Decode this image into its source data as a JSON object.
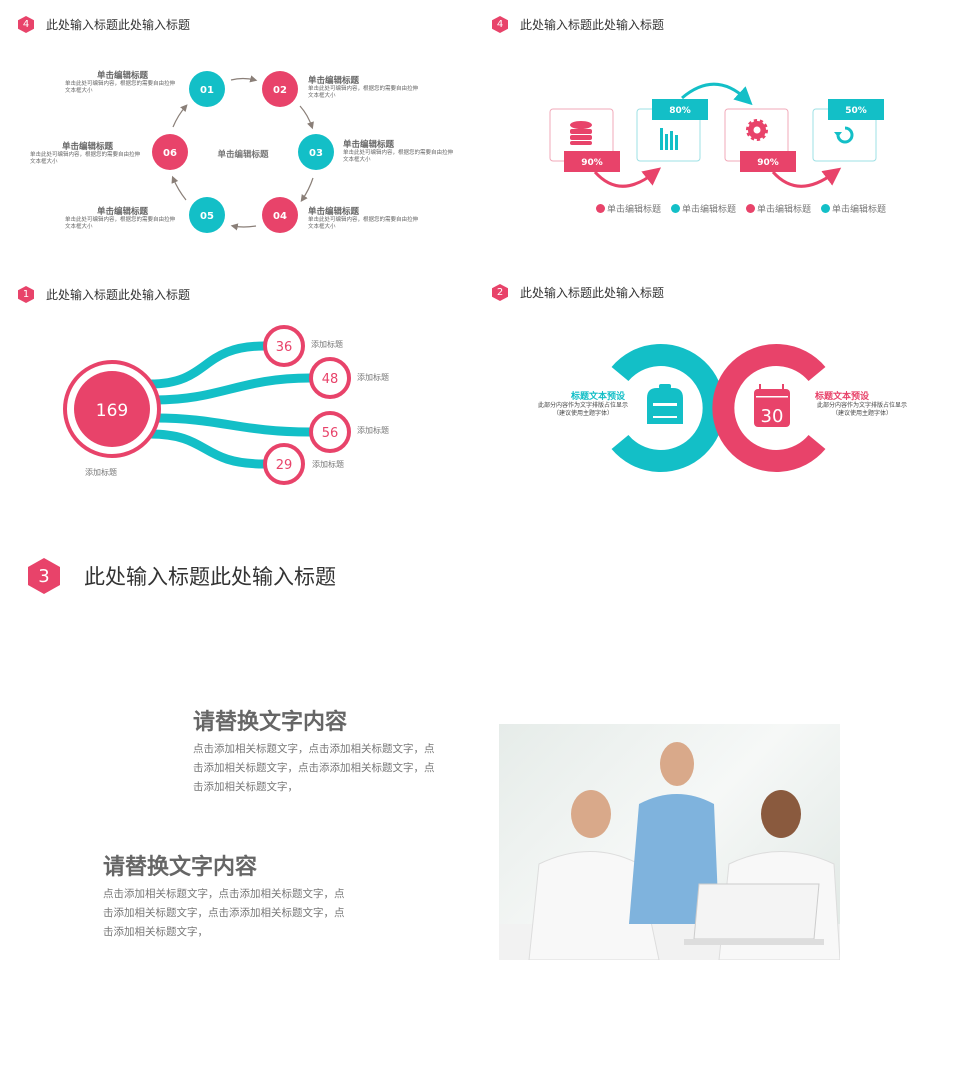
{
  "colors": {
    "pink": "#e8436a",
    "teal": "#13bfc7"
  },
  "slide_cycle": {
    "badge": "4",
    "title": "此处输入标题此处输入标题",
    "center_label": "单击编辑标题",
    "nodes": [
      {
        "num": "01",
        "title": "单击编辑标题",
        "desc": "单击此处可编辑内容，根据您的需要自由拉伸文本框大小"
      },
      {
        "num": "02",
        "title": "单击编辑标题",
        "desc": "单击此处可编辑内容，根据您的需要自由拉伸文本框大小"
      },
      {
        "num": "03",
        "title": "单击编辑标题",
        "desc": "单击此处可编辑内容，根据您的需要自由拉伸文本框大小"
      },
      {
        "num": "04",
        "title": "单击编辑标题",
        "desc": "单击此处可编辑内容，根据您的需要自由拉伸文本框大小"
      },
      {
        "num": "05",
        "title": "单击编辑标题",
        "desc": "单击此处可编辑内容，根据您的需要自由拉伸文本框大小"
      },
      {
        "num": "06",
        "title": "单击编辑标题",
        "desc": "单击此处可编辑内容，根据您的需要自由拉伸文本框大小"
      }
    ]
  },
  "slide_process": {
    "badge": "4",
    "title": "此处输入标题此处输入标题",
    "steps": [
      {
        "icon": "database-icon",
        "value": "90%"
      },
      {
        "icon": "bar-chart-icon",
        "value": "80%"
      },
      {
        "icon": "gear-icon",
        "value": "90%"
      },
      {
        "icon": "refresh-icon",
        "value": "50%"
      }
    ],
    "legend": [
      "单击编辑标题",
      "单击编辑标题",
      "单击编辑标题",
      "单击编辑标题"
    ]
  },
  "slide_branch": {
    "badge": "1",
    "title": "此处输入标题此处输入标题",
    "main_value": "169",
    "main_label": "添加标题",
    "branches": [
      {
        "value": "36",
        "label": "添加标题"
      },
      {
        "value": "48",
        "label": "添加标题"
      },
      {
        "value": "56",
        "label": "添加标题"
      },
      {
        "value": "29",
        "label": "添加标题"
      }
    ]
  },
  "slide_rings": {
    "badge": "2",
    "title": "此处输入标题此处输入标题",
    "left": {
      "title": "标题文本预设",
      "desc": "此部分内容作为文字排版占位显示",
      "note": "（建议使用主题字体）"
    },
    "right": {
      "title": "标题文本预设",
      "desc": "此部分内容作为文字排版占位显示",
      "note": "（建议使用主题字体）",
      "calendar_day": "30"
    }
  },
  "slide_text": {
    "badge": "3",
    "title": "此处输入标题此处输入标题",
    "blocks": [
      {
        "heading": "请替换文字内容",
        "lines": [
          "点击添加相关标题文字，点击添加相关标题文字，点",
          "击添加相关标题文字，点击添添加相关标题文字，点",
          "击添加相关标题文字，"
        ]
      },
      {
        "heading": "请替换文字内容",
        "lines": [
          "点击添加相关标题文字，点击添加相关标题文字，点",
          "击添加相关标题文字，点击添添加相关标题文字，点",
          "击添加相关标题文字，"
        ]
      }
    ]
  }
}
